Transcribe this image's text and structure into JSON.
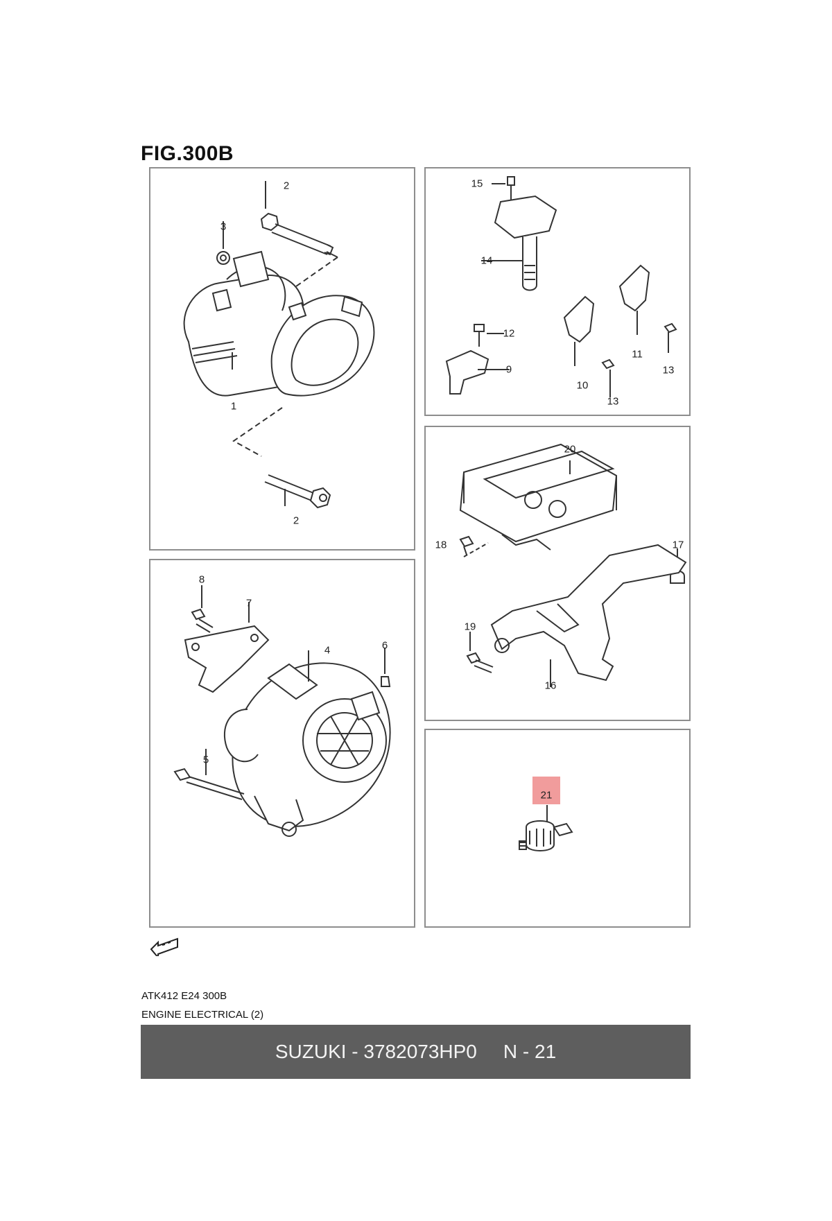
{
  "figure": {
    "title": "FIG.300B"
  },
  "panels": {
    "starter": {
      "callouts": [
        "1",
        "2",
        "2",
        "3"
      ]
    },
    "ignition": {
      "callouts": [
        "15",
        "14",
        "12",
        "9",
        "10",
        "11",
        "13",
        "13"
      ]
    },
    "ecm": {
      "callouts": [
        "20",
        "18",
        "17",
        "19",
        "16"
      ]
    },
    "alternator": {
      "callouts": [
        "8",
        "7",
        "4",
        "6",
        "5"
      ]
    },
    "sensor": {
      "callouts": [
        "21"
      ],
      "highlighted": "21",
      "highlight_color": "#ee8b8b"
    }
  },
  "footer": {
    "code": "ATK412 E24 300B",
    "description": "ENGINE ELECTRICAL (2)"
  },
  "banner": {
    "brand": "SUZUKI - 3782073HP0",
    "ref": "N - 21",
    "background": "#5e5e5e"
  },
  "icons": {
    "forward_arrow": "front-direction-arrow-icon"
  }
}
